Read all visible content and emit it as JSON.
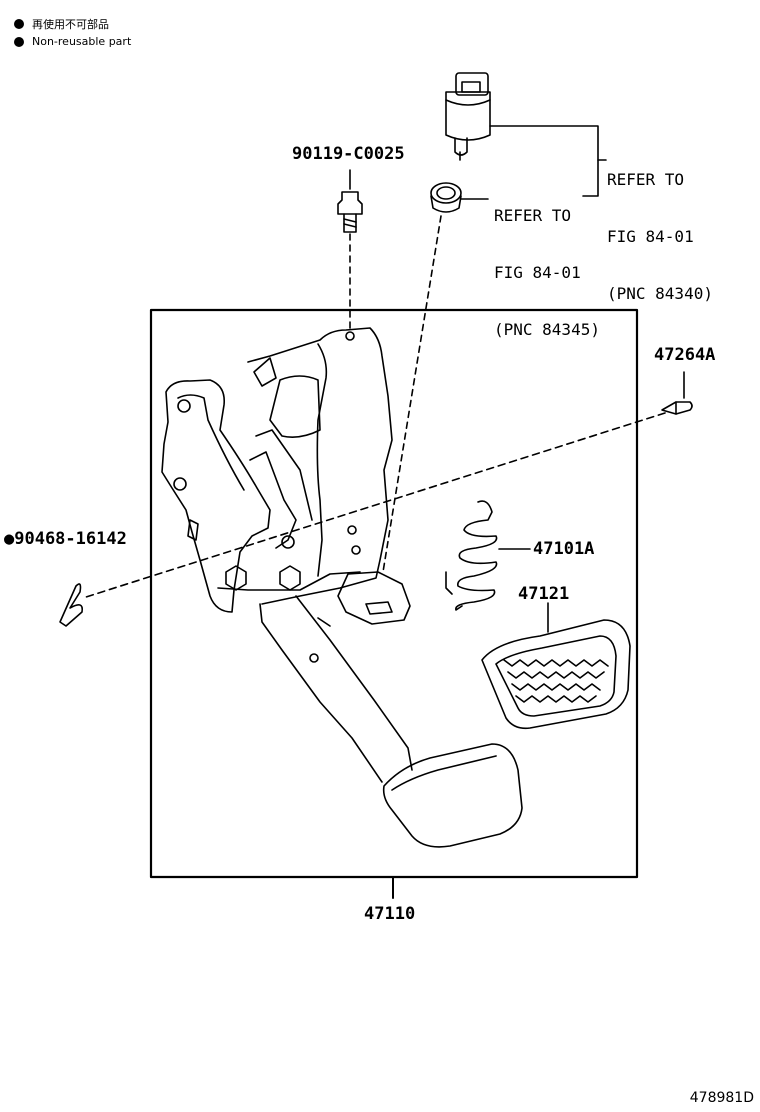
{
  "legend": [
    {
      "text": "再使用不可部品"
    },
    {
      "text": "Non-reusable part"
    }
  ],
  "parts": {
    "bolt": "90119-C0025",
    "pin_right": "47264A",
    "clip": "●90468-16142",
    "spring": "47101A",
    "pad": "47121",
    "assembly": "47110"
  },
  "refer_switch": [
    "REFER TO",
    "FIG 84-01",
    "(PNC 84340)"
  ],
  "refer_cushion": [
    "REFER TO",
    "FIG 84-01",
    "(PNC 84345)"
  ],
  "figure_id": "478981D",
  "colors": {
    "line": "#000000",
    "background": "#ffffff"
  }
}
